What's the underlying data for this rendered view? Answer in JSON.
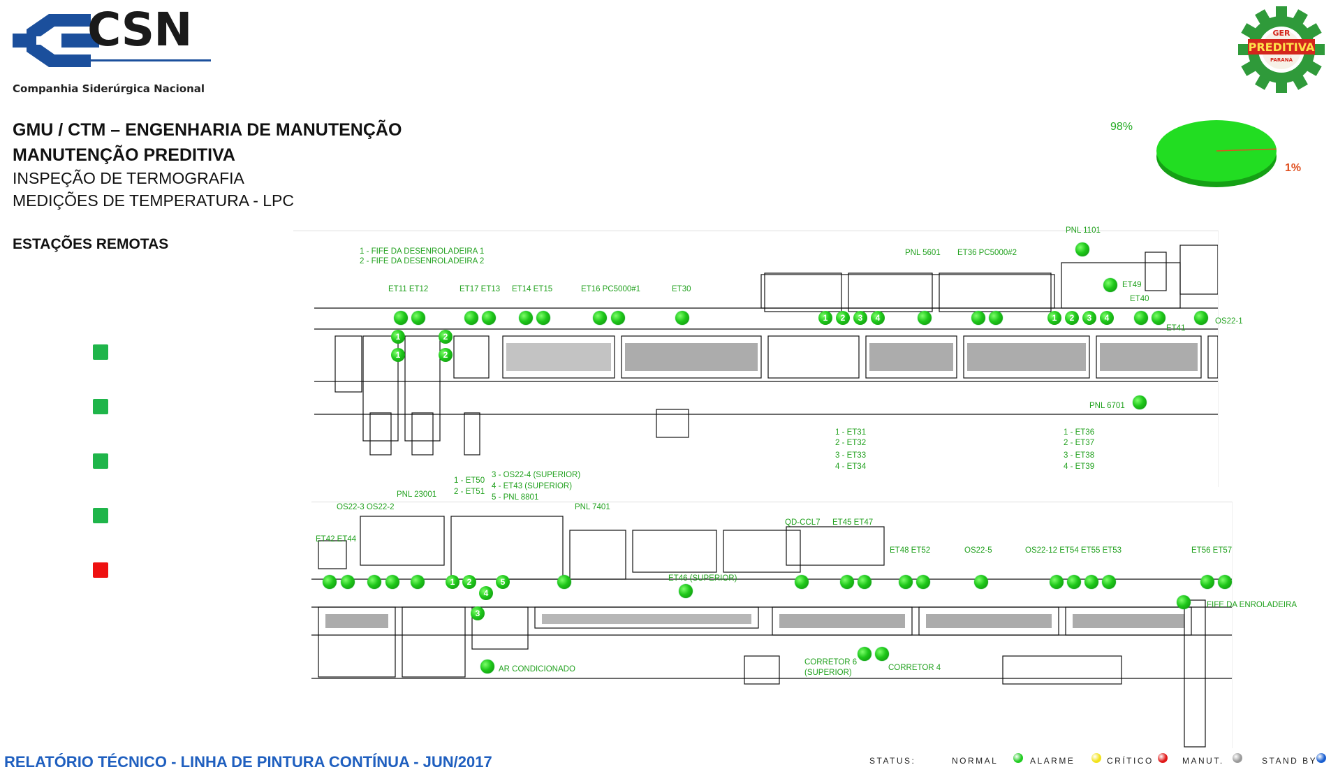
{
  "header": {
    "company_name": "CSN",
    "company_sub": "Companhia Siderúrgica Nacional",
    "dept": "GMU / CTM – ENGENHARIA DE MANUTENÇÃO",
    "area": "MANUTENÇÃO PREDITIVA",
    "inspection": "INSPEÇÃO DE TERMOGRAFIA",
    "measure": "MEDIÇÕES DE TEMPERATURA - LPC",
    "stations_title": "ESTAÇÕES REMOTAS",
    "gear_text_top": "GER",
    "gear_text_main": "PREDITIVA",
    "gear_text_sub": "PARANÁ"
  },
  "pie": {
    "normal_pct": 98,
    "critical_pct": 1,
    "normal_label": "98%",
    "critical_label": "1%",
    "normal_color": "#22dd22",
    "critical_color": "#e05020"
  },
  "status_squares": [
    "#1fb54a",
    "#1fb54a",
    "#1fb54a",
    "#1fb54a",
    "#ee1111"
  ],
  "top_labels": {
    "fife1": "1 - FIFE DA DESENROLADEIRA 1",
    "fife2": "2 - FIFE DA DESENROLADEIRA 2",
    "et11_12": "ET11  ET12",
    "et17_13": "ET17  ET13",
    "et14_15": "ET14  ET15",
    "et16_pc": "ET16  PC5000#1",
    "et30": "ET30",
    "pnl5601": "PNL 5601",
    "et36_pc": "ET36  PC5000#2",
    "pnl1101": "PNL 1101",
    "et49": "ET49",
    "et40": "ET40",
    "et41": "ET41",
    "os22_1": "OS22-1",
    "pnl6701": "PNL 6701",
    "g1_1": "1 - ET31",
    "g1_2": "2 - ET32",
    "g1_3": "3 - ET33",
    "g1_4": "4 - ET34",
    "g2_1": "1 - ET36",
    "g2_2": "2 - ET37",
    "g2_3": "3 - ET38",
    "g2_4": "4 - ET39"
  },
  "mid_labels": {
    "et50": "1 - ET50",
    "et51": "2 - ET51",
    "os22_4": "3 - OS22-4 (SUPERIOR)",
    "et43": "4 - ET43 (SUPERIOR)",
    "pnl8801": "5 - PNL 8801",
    "pnl23001": "PNL 23001",
    "os22_3_2": "OS22-3 OS22-2",
    "pnl7401": "PNL 7401"
  },
  "bottom_labels": {
    "et42_44": "ET42  ET44",
    "qd_ccl7": "QD-CCL7",
    "et45_47": "ET45  ET47",
    "et48_52": "ET48  ET52",
    "os22_5": "OS22-5",
    "os22_12": "OS22-12  ET54  ET55  ET53",
    "et56_57": "ET56  ET57",
    "et46": "ET46 (SUPERIOR)",
    "fife_enr": "FIFE DA ENROLADEIRA",
    "ar": "AR CONDICIONADO",
    "corretor6": "CORRETOR  6",
    "corretor6_sub": "(SUPERIOR)",
    "corretor4": "CORRETOR  4"
  },
  "footer": {
    "title": "RELATÓRIO TÉCNICO - LINHA DE PINTURA CONTÍNUA - JUN/2017",
    "status_label": "STATUS:",
    "normal": "NORMAL",
    "alarme": "ALARME",
    "critico": "CRÍTICO",
    "manut": "MANUT.",
    "standby": "STAND BY",
    "colors": {
      "normal": "#22cc22",
      "alarme": "#f2e21a",
      "critico": "#e01818",
      "manut": "#9a9a9a",
      "standby": "#1a5fd0"
    }
  }
}
